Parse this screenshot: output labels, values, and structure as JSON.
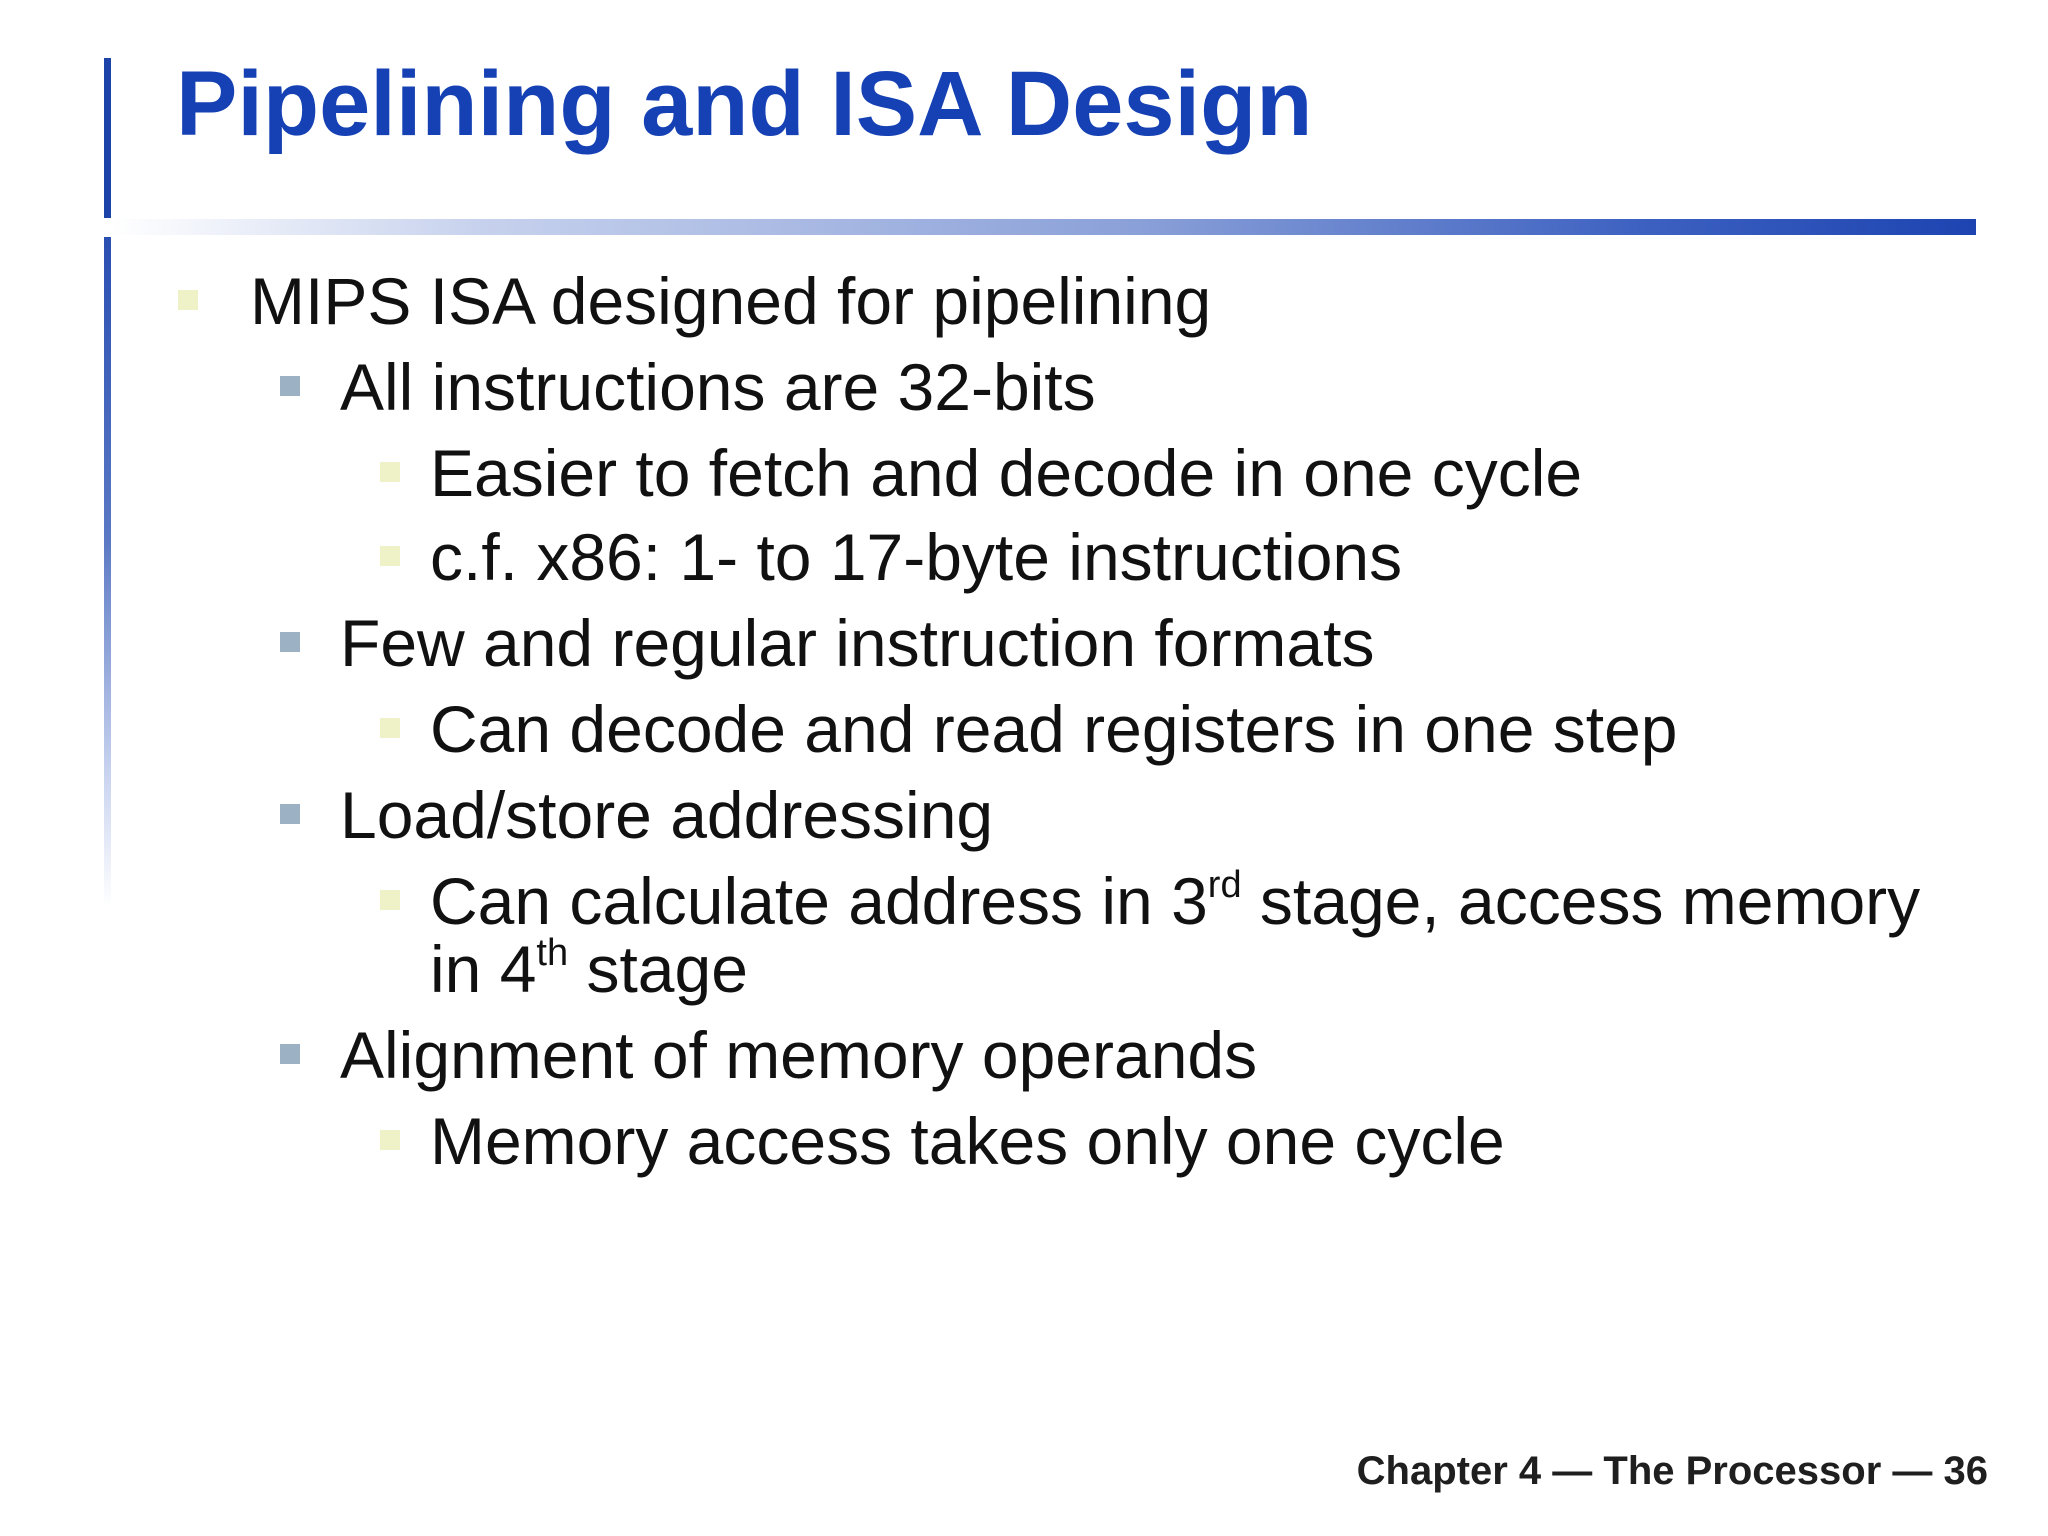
{
  "slide": {
    "title": "Pipelining and ISA Design",
    "footer": "Chapter 4 — The Processor — 36",
    "items": [
      {
        "text": "MIPS ISA designed for pipelining"
      },
      {
        "text": "All instructions are 32-bits"
      },
      {
        "text": "Easier to fetch and decode in one cycle"
      },
      {
        "text": "c.f. x86: 1- to 17-byte instructions"
      },
      {
        "text": "Few and regular instruction formats"
      },
      {
        "text": "Can decode and read registers in one step"
      },
      {
        "text": "Load/store addressing"
      },
      {
        "line1_prefix": "Can calculate address in 3",
        "line1_sup": "rd",
        "line1_suffix": " stage, access memory",
        "line2_prefix": "in 4",
        "line2_sup": "th",
        "line2_suffix": " stage"
      },
      {
        "text": "Alignment of memory operands"
      },
      {
        "text": "Memory access takes only one cycle"
      }
    ]
  },
  "colors": {
    "title": "#1541B4",
    "accent_bar": "#1B43A8",
    "bullet_light": "#EEF2C6",
    "bullet_mid": "#9DB1C4",
    "text": "#111111"
  }
}
